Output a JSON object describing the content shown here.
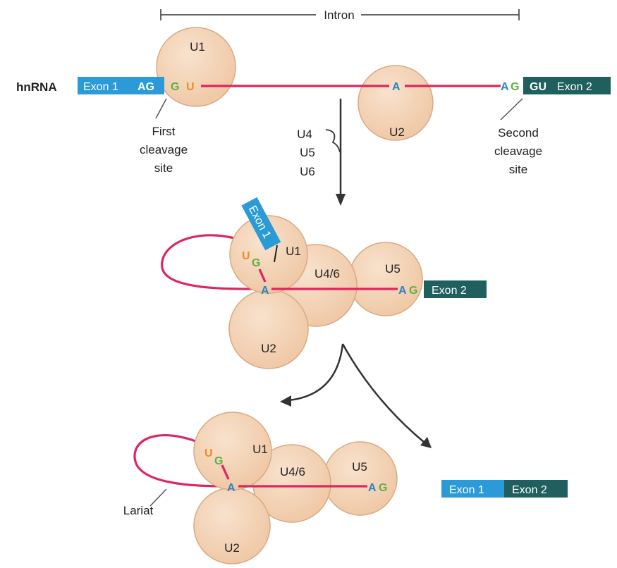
{
  "colors": {
    "snrnp_fill": "#f3d2b4",
    "snrnp_stroke": "#d9a983",
    "intron_line": "#e0245e",
    "exon1": "#2a9bd6",
    "exon2": "#1f5f5d",
    "nuc_green": "#5bb142",
    "nuc_orange": "#ec8d22",
    "nuc_blue": "#2a86c2",
    "arrow": "#333333"
  },
  "top": {
    "intron_label": "Intron",
    "hnrna_label": "hnRNA",
    "exon1_label": "Exon 1",
    "exon1_end": "AG",
    "g": "G",
    "u": "U",
    "u1": "U1",
    "a": "A",
    "u2": "U2",
    "ag_a": "A",
    "ag_g": "G",
    "gu": "GU",
    "exon2_label": "Exon 2",
    "first_cleavage": [
      "First",
      "cleavage",
      "site"
    ],
    "second_cleavage": [
      "Second",
      "cleavage",
      "site"
    ]
  },
  "step1": {
    "snrnps": [
      "U4",
      "U5",
      "U6"
    ]
  },
  "middle": {
    "exon1_label": "Exon 1",
    "u": "U",
    "g": "G",
    "u1": "U1",
    "u46": "U4/6",
    "u5": "U5",
    "u2": "U2",
    "a": "A",
    "ag_a": "A",
    "ag_g": "G",
    "exon2_label": "Exon 2"
  },
  "bottom": {
    "u": "U",
    "g": "G",
    "u1": "U1",
    "u46": "U4/6",
    "u5": "U5",
    "u2": "U2",
    "a": "A",
    "ag_a": "A",
    "ag_g": "G",
    "lariat_label": "Lariat",
    "joined_exon1": "Exon 1",
    "joined_exon2": "Exon 2"
  }
}
